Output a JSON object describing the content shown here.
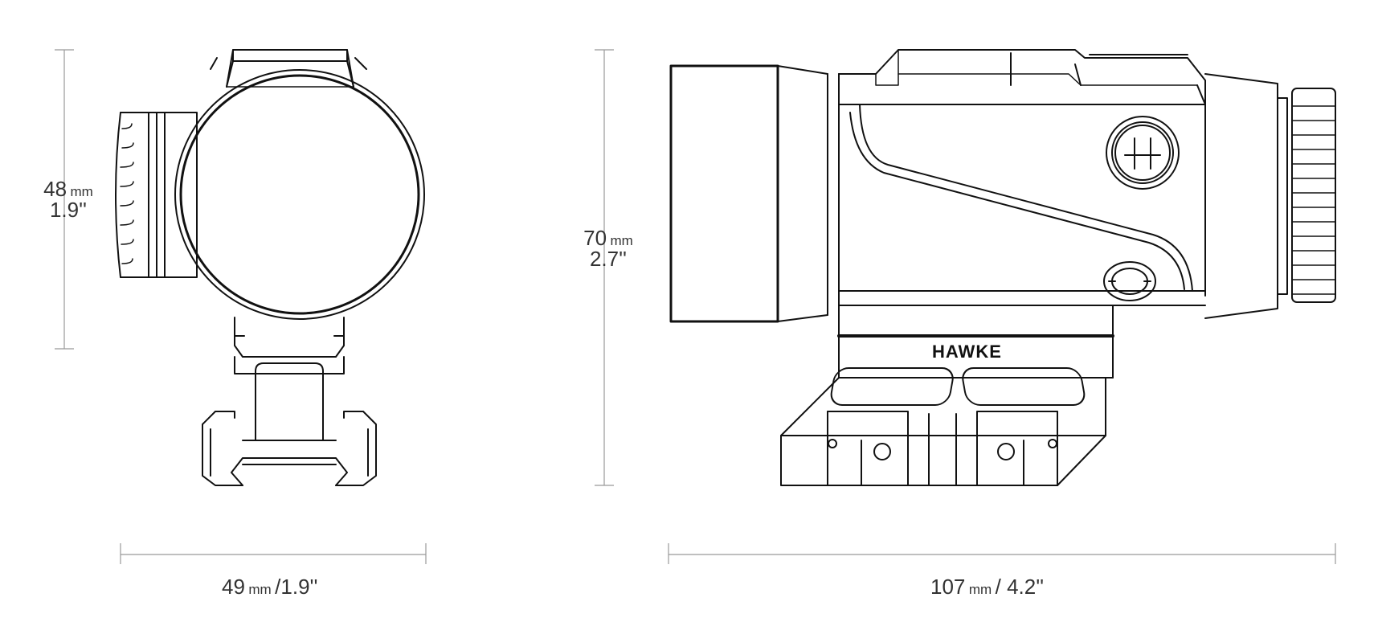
{
  "front_view": {
    "height_value": "48",
    "height_unit": "mm",
    "height_imperial": "1.9''",
    "width_value": "49",
    "width_unit": "mm",
    "width_imperial": "/1.9''"
  },
  "side_view": {
    "height_value": "70",
    "height_unit": "mm",
    "height_imperial": "2.7''",
    "length_value": "107",
    "length_unit": "mm",
    "length_imperial": "/ 4.2''",
    "brand_mark": "HAWKE"
  }
}
